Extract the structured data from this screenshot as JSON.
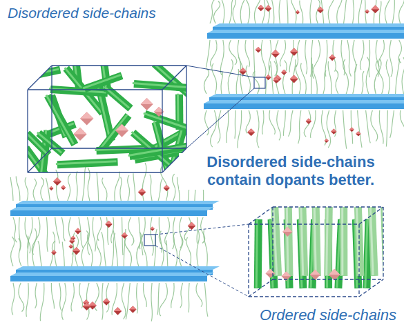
{
  "diagram": {
    "labels": [
      "Disordered side-chains",
      "Disordered side-chains contain dopants better.",
      "Ordered side-chains"
    ]
  }
}
